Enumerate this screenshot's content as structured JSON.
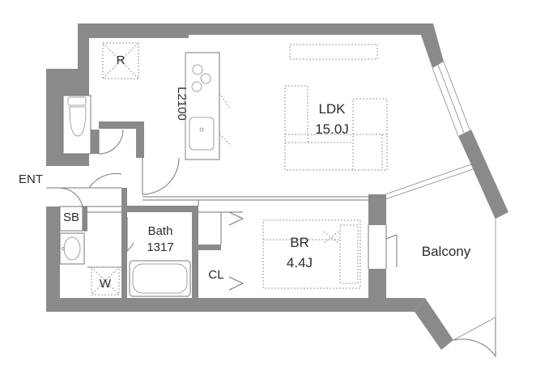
{
  "rooms": {
    "ldk": {
      "name": "LDK",
      "size": "15.0J"
    },
    "br": {
      "name": "BR",
      "size": "4.4J"
    },
    "bath": {
      "name": "Bath",
      "size": "1317"
    },
    "cl": "CL",
    "balcony": "Balcony",
    "ent": "ENT",
    "sb": "SB",
    "w": "W",
    "r": "R",
    "kitchen": "L2100"
  },
  "colors": {
    "wall": "#8a8a8a",
    "line": "#777777",
    "background": "#ffffff"
  }
}
